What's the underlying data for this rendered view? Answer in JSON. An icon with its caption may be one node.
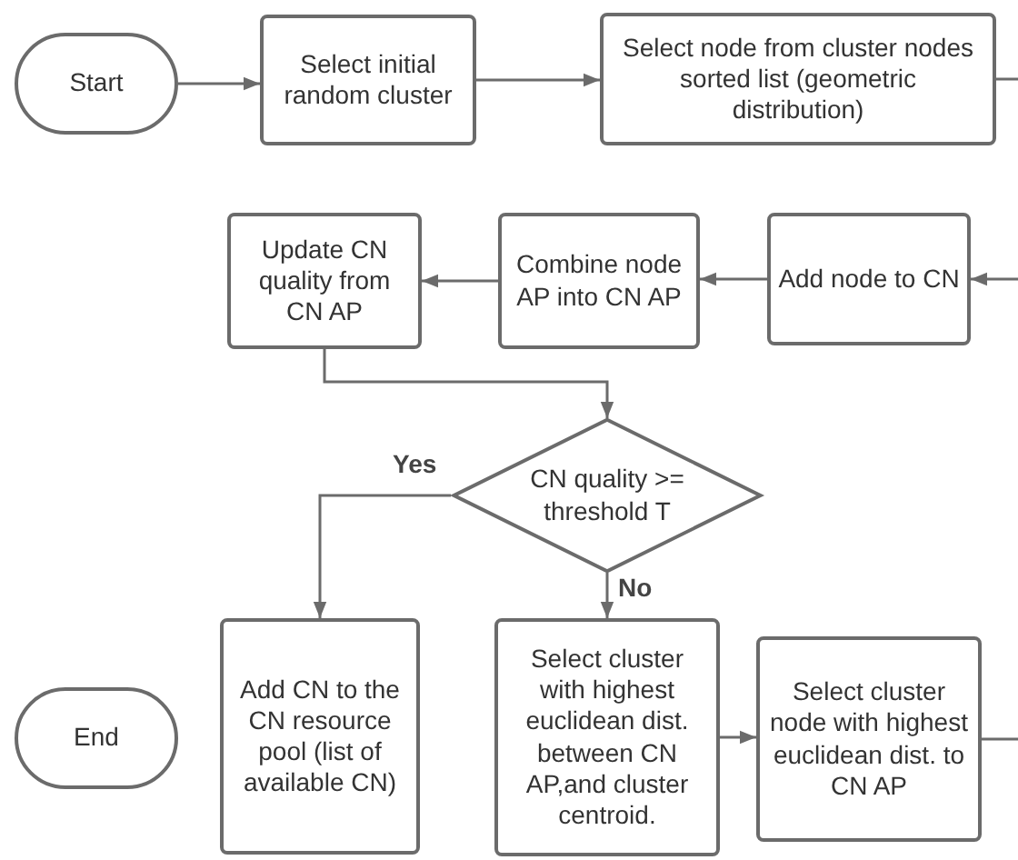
{
  "diagram": {
    "nodes": [
      {
        "text": [
          "Start"
        ]
      },
      {
        "text": [
          "Select initial random cluster"
        ]
      },
      {
        "text": [
          "Select node from cluster nodes sorted list (geometric distribution)"
        ]
      },
      {
        "text": [
          "Add node to CN"
        ]
      },
      {
        "text": [
          "Combine node AP into CN AP"
        ]
      },
      {
        "text": [
          "Update CN quality from CN AP"
        ]
      },
      {
        "text": [
          "CN quality >= threshold T"
        ]
      },
      {
        "text": [
          "Add CN to the CN resource pool (list of available CN)"
        ]
      },
      {
        "text": [
          "Select cluster with highest euclidean dist. between CN AP,and cluster centroid."
        ]
      },
      {
        "text": [
          "Select cluster node with highest euclidean dist. to  CN AP"
        ]
      },
      {
        "text": [
          "End"
        ]
      }
    ],
    "edges": [
      {
        "from": 0,
        "to": 1,
        "arrow": "to"
      },
      {
        "from": 1,
        "to": 2,
        "arrow": "to"
      },
      {
        "from": 2,
        "to": null,
        "arrow": "none"
      },
      {
        "from": null,
        "to": 3,
        "arrow": "to"
      },
      {
        "from": 3,
        "to": 4,
        "arrow": "to"
      },
      {
        "from": 4,
        "to": 5,
        "arrow": "to"
      },
      {
        "from": 5,
        "to": 6,
        "arrow": "to"
      },
      {
        "from": 6,
        "to": 7,
        "label": "Yes",
        "arrow": "to"
      },
      {
        "from": 6,
        "to": 8,
        "label": "No",
        "arrow": "to"
      },
      {
        "from": 8,
        "to": 9,
        "arrow": "to"
      },
      {
        "from": 9,
        "to": null,
        "arrow": "none"
      }
    ]
  }
}
